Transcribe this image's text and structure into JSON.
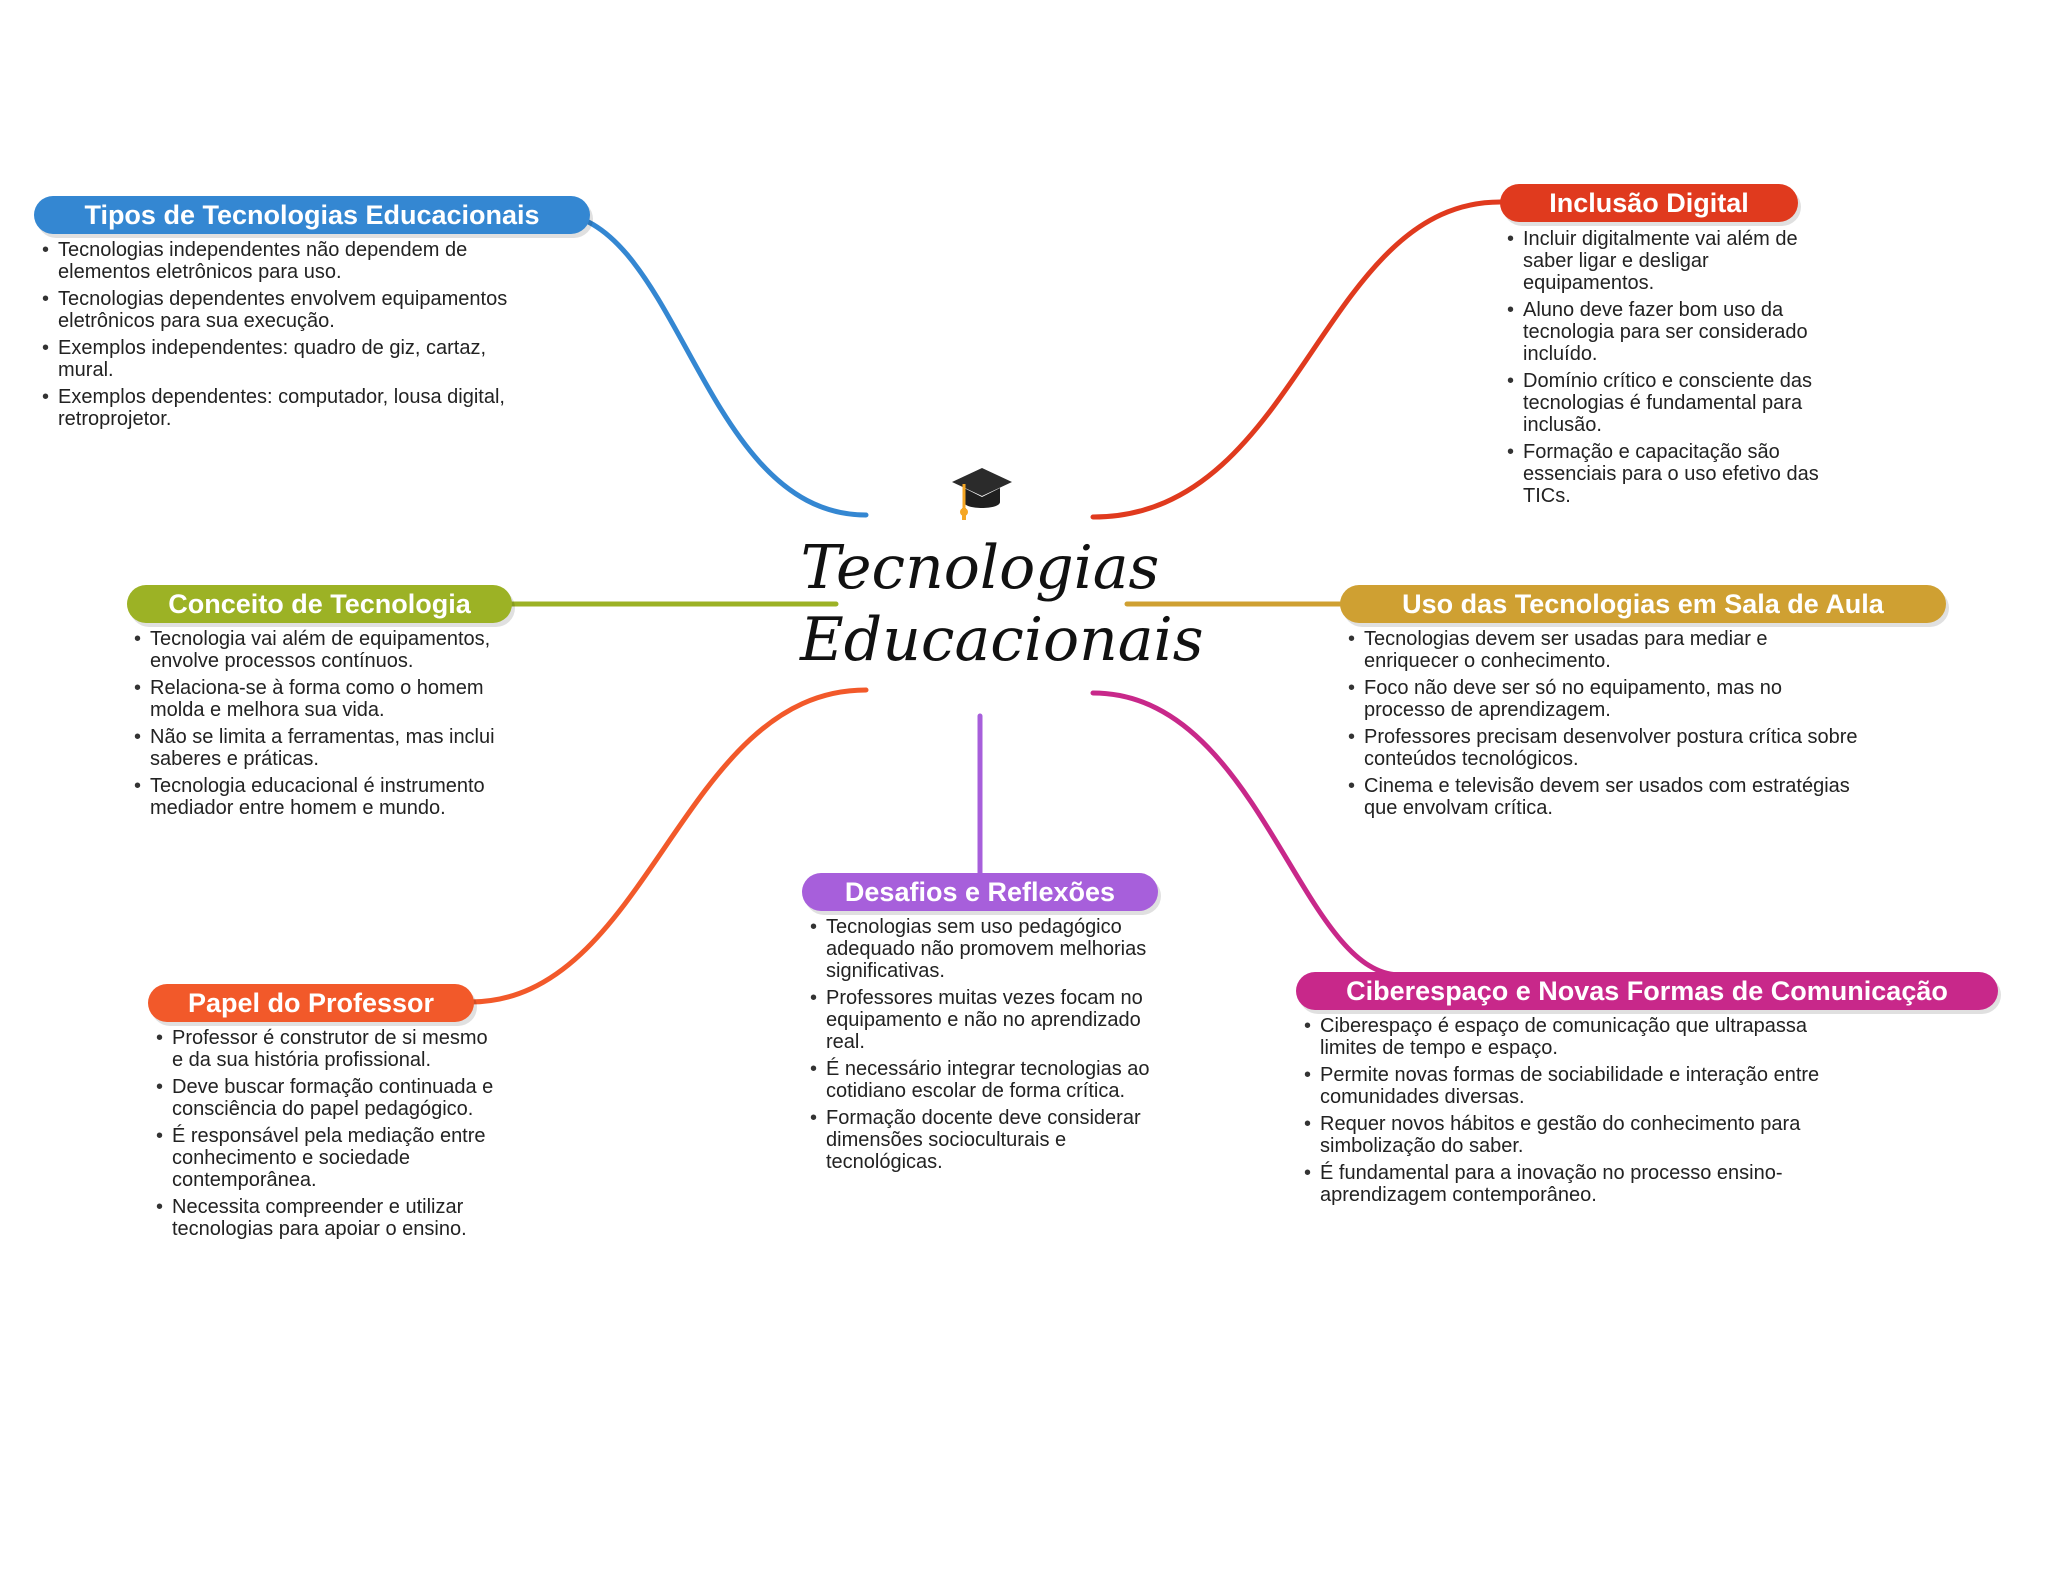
{
  "central": {
    "title_line1": "Tecnologias",
    "title_line2": "Educacionais",
    "icon": "graduation-cap-icon"
  },
  "branches": [
    {
      "id": "tipos",
      "title": "Tipos de Tecnologias Educacionais",
      "color": "#3487D2",
      "notes": [
        "Tecnologias independentes não dependem de elementos eletrônicos para uso.",
        "Tecnologias dependentes envolvem equipamentos eletrônicos para sua execução.",
        "Exemplos independentes: quadro de giz, cartaz, mural.",
        "Exemplos dependentes: computador, lousa digital, retroprojetor."
      ]
    },
    {
      "id": "inclusao",
      "title": "Inclusão Digital",
      "color": "#E03A1E",
      "notes": [
        "Incluir digitalmente vai além de saber ligar e desligar equipamentos.",
        "Aluno deve fazer bom uso da tecnologia para ser considerado incluído.",
        "Domínio crítico e consciente das tecnologias é fundamental para inclusão.",
        "Formação e capacitação são essenciais para o uso efetivo das TICs."
      ]
    },
    {
      "id": "conceito",
      "title": "Conceito de Tecnologia",
      "color": "#9CB225",
      "notes": [
        "Tecnologia vai além de equipamentos, envolve processos contínuos.",
        "Relaciona-se à forma como o homem molda e melhora sua vida.",
        "Não se limita a ferramentas, mas inclui saberes e práticas.",
        "Tecnologia educacional é instrumento mediador entre homem e mundo."
      ]
    },
    {
      "id": "uso",
      "title": "Uso das Tecnologias em Sala de Aula",
      "color": "#CFA032",
      "notes": [
        "Tecnologias devem ser usadas para mediar e enriquecer o conhecimento.",
        "Foco não deve ser só no equipamento, mas no processo de aprendizagem.",
        "Professores precisam desenvolver postura crítica sobre conteúdos tecnológicos.",
        "Cinema e televisão devem ser usados com estratégias que envolvam crítica."
      ]
    },
    {
      "id": "desafios",
      "title": "Desafios e Reflexões",
      "color": "#A75FDB",
      "notes": [
        "Tecnologias sem uso pedagógico adequado não promovem melhorias significativas.",
        "Professores muitas vezes focam no equipamento e não no aprendizado real.",
        "É necessário integrar tecnologias ao cotidiano escolar de forma crítica.",
        "Formação docente deve considerar dimensões socioculturais e tecnológicas."
      ]
    },
    {
      "id": "papel",
      "title": "Papel do Professor",
      "color": "#F2592A",
      "notes": [
        "Professor é construtor de si mesmo e da sua história profissional.",
        "Deve buscar formação continuada e consciência do papel pedagógico.",
        "É responsável pela mediação entre conhecimento e sociedade contemporânea.",
        "Necessita compreender e utilizar tecnologias para apoiar o ensino."
      ]
    },
    {
      "id": "ciberespaco",
      "title": "Ciberespaço e Novas Formas de Comunicação",
      "color": "#C8288A",
      "notes": [
        "Ciberespaço é espaço de comunicação que ultrapassa limites de tempo e espaço.",
        "Permite novas formas de sociabilidade e interação entre comunidades diversas.",
        "Requer novos hábitos e gestão do conhecimento para simbolização do saber.",
        "É fundamental para a inovação no processo ensino-aprendizagem contemporâneo."
      ]
    }
  ]
}
